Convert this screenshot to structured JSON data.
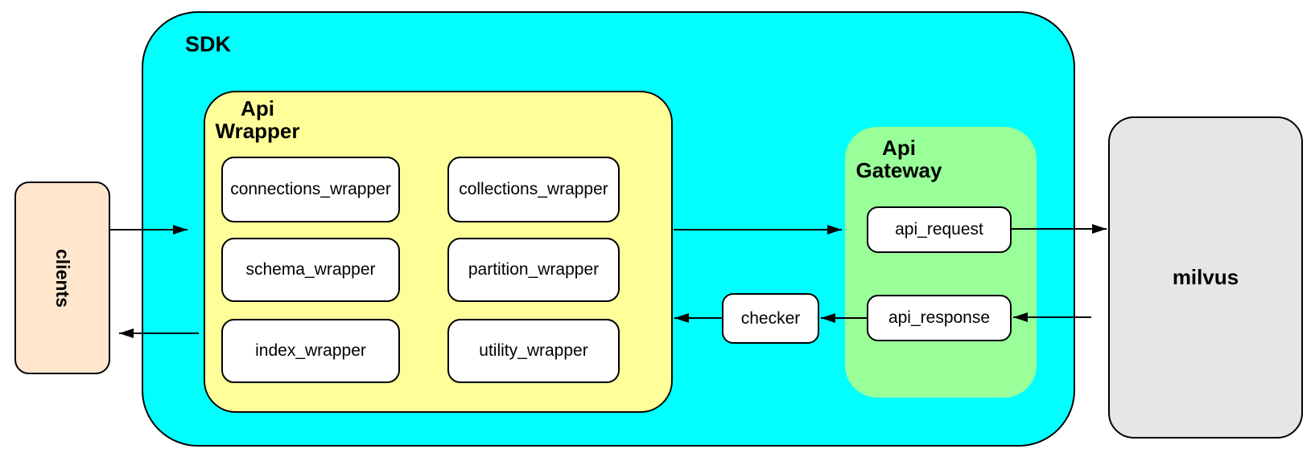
{
  "nodes": {
    "clients": {
      "label": "clients",
      "fill": "#FFE6CC"
    },
    "sdk": {
      "label": "SDK",
      "fill": "#00FFFF"
    },
    "api_wrapper": {
      "label": "Api Wrapper",
      "fill": "#FFFF99",
      "children": [
        "connections_wrapper",
        "collections_wrapper",
        "schema_wrapper",
        "partition_wrapper",
        "index_wrapper",
        "utility_wrapper"
      ]
    },
    "checker": {
      "label": "checker",
      "fill": "#FFFFFF"
    },
    "api_gateway": {
      "label": "Api Gateway",
      "fill": "#99FF99",
      "children": [
        "api_request",
        "api_response"
      ]
    },
    "milvus": {
      "label": "milvus",
      "fill": "#E6E6E6"
    }
  },
  "connections": [
    {
      "from": "clients",
      "to": "sdk"
    },
    {
      "from": "api_wrapper",
      "to": "api_gateway"
    },
    {
      "from": "api_request",
      "to": "milvus"
    },
    {
      "from": "milvus",
      "to": "api_response"
    },
    {
      "from": "api_response",
      "to": "checker"
    },
    {
      "from": "checker",
      "to": "api_wrapper"
    },
    {
      "from": "sdk",
      "to": "clients"
    }
  ],
  "colors": {
    "line": "#000000",
    "background": "#FFFFFF"
  }
}
